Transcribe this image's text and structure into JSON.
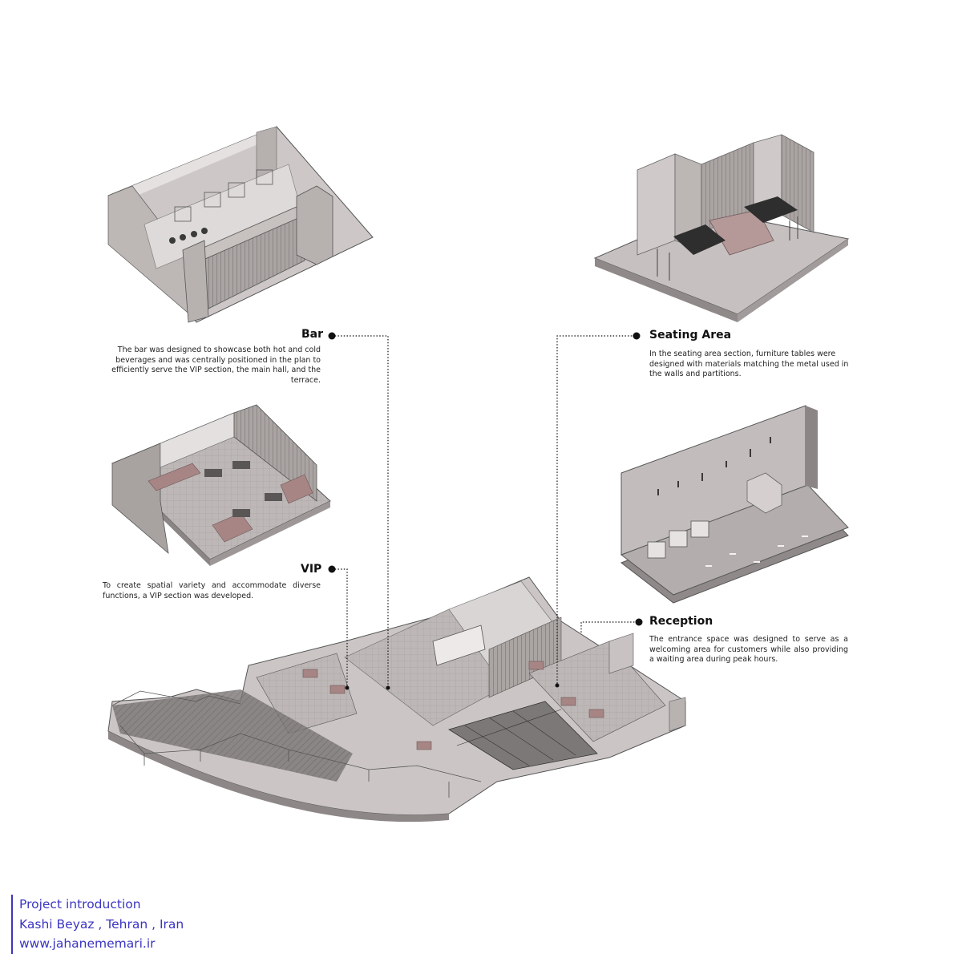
{
  "callouts": {
    "bar": {
      "title": "Bar",
      "text": "The bar was designed to showcase both hot and cold beverages and was centrally positioned in the plan to efficiently serve the VIP section, the main hall, and the terrace."
    },
    "vip": {
      "title": "VIP",
      "text": "To create spatial variety and accommodate diverse functions, a VIP section was developed."
    },
    "seating": {
      "title": "Seating Area",
      "text": "In the seating area section, furniture tables were designed with materials matching the metal used in the walls and partitions."
    },
    "reception": {
      "title": "Reception",
      "text": "The entrance space was designed to serve as a welcoming area for customers while also providing a waiting area during peak hours."
    }
  },
  "footer": {
    "line1": "Project introduction",
    "line2": "Kashi Beyaz , Tehran , Iran",
    "line3": "www.jahanememari.ir"
  },
  "colors": {
    "wall": "#c9c4c4",
    "wall_dark": "#8d8787",
    "floor": "#b9b4b3",
    "seat": "#a78585",
    "metal": "#3a3a3a",
    "footer_text": "#3b35c2"
  }
}
